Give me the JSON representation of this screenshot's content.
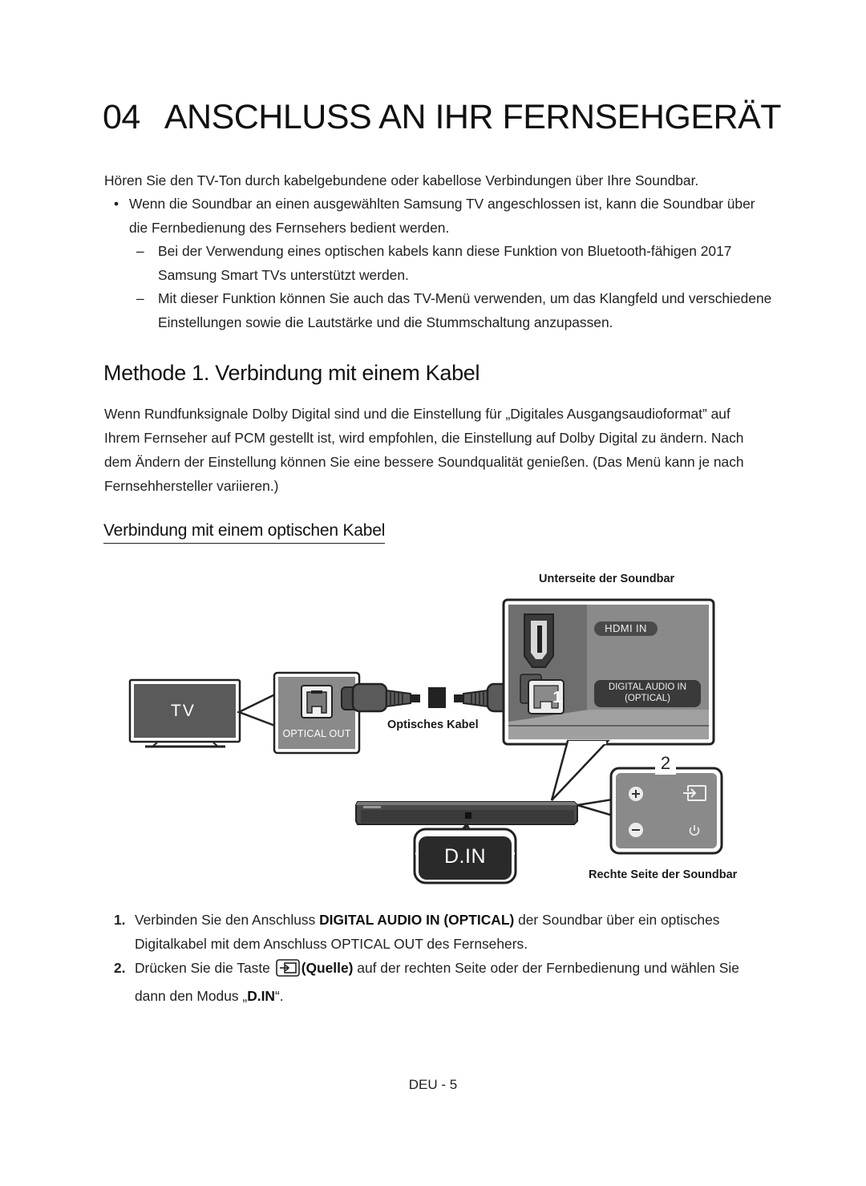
{
  "chapter": {
    "number": "04",
    "title": "ANSCHLUSS AN IHR FERNSEHGERÄT"
  },
  "intro": "Hören Sie den TV-Ton durch kabelgebundene oder kabellose Verbindungen über Ihre Soundbar.",
  "bullet": {
    "marker": "•",
    "text": "Wenn die Soundbar an einen ausgewählten Samsung TV angeschlossen ist, kann die Soundbar über die Fernbedienung des Fernsehers bedient werden.",
    "subitems": [
      {
        "marker": "–",
        "text": "Bei der Verwendung eines optischen kabels kann diese Funktion von Bluetooth-fähigen 2017 Samsung Smart TVs unterstützt werden."
      },
      {
        "marker": "–",
        "text": "Mit dieser Funktion können Sie auch das TV-Menü verwenden, um das Klangfeld und verschiedene Einstellungen sowie die Lautstärke und die Stummschaltung anzupassen."
      }
    ]
  },
  "method": {
    "heading": "Methode 1. Verbindung mit einem Kabel",
    "paragraph": "Wenn Rundfunksignale Dolby Digital sind und die Einstellung für „Digitales Ausgangsaudioformat” auf Ihrem Fernseher auf PCM gestellt ist, wird empfohlen, die Einstellung auf Dolby Digital zu ändern. Nach dem Ändern der Einstellung können Sie eine bessere Soundqualität genießen. (Das Menü kann je nach Fernsehhersteller variieren.)"
  },
  "subheading": "Verbindung mit einem optischen Kabel",
  "diagram": {
    "label_bottom_side": "Unterseite der Soundbar",
    "label_cable": "Optisches Kabel",
    "label_right_side": "Rechte Seite der Soundbar",
    "tv_label": "TV",
    "optical_out_label": "OPTICAL OUT",
    "hdmi_in_label": "HDMI IN",
    "digital_audio_label_1": "DIGITAL AUDIO IN",
    "digital_audio_label_2": "(OPTICAL)",
    "step_badge_1": "1",
    "step_badge_2": "2",
    "display_mode": "D.IN",
    "icons": [
      "tv-icon",
      "optical-port-icon",
      "hdmi-port-icon",
      "plus-icon",
      "minus-icon",
      "source-icon",
      "power-icon"
    ]
  },
  "steps": [
    {
      "number": "1.",
      "pre": "Verbinden Sie den Anschluss ",
      "bold": "DIGITAL AUDIO IN (OPTICAL)",
      "post": " der Soundbar über ein optisches Digitalkabel mit dem Anschluss OPTICAL OUT des Fernsehers."
    },
    {
      "number": "2.",
      "pre": "Drücken Sie die Taste ",
      "bold": "(Quelle)",
      "post": " auf der rechten Seite oder der Fernbedienung und wählen Sie dann den Modus „",
      "bold2": "D.IN",
      "post2": "“."
    }
  ],
  "footer": "DEU - 5",
  "colors": {
    "text": "#1a1a1a",
    "panel": "#8a8a8a",
    "panel_dark": "#4a4a4a",
    "display": "#2a2a2a"
  }
}
